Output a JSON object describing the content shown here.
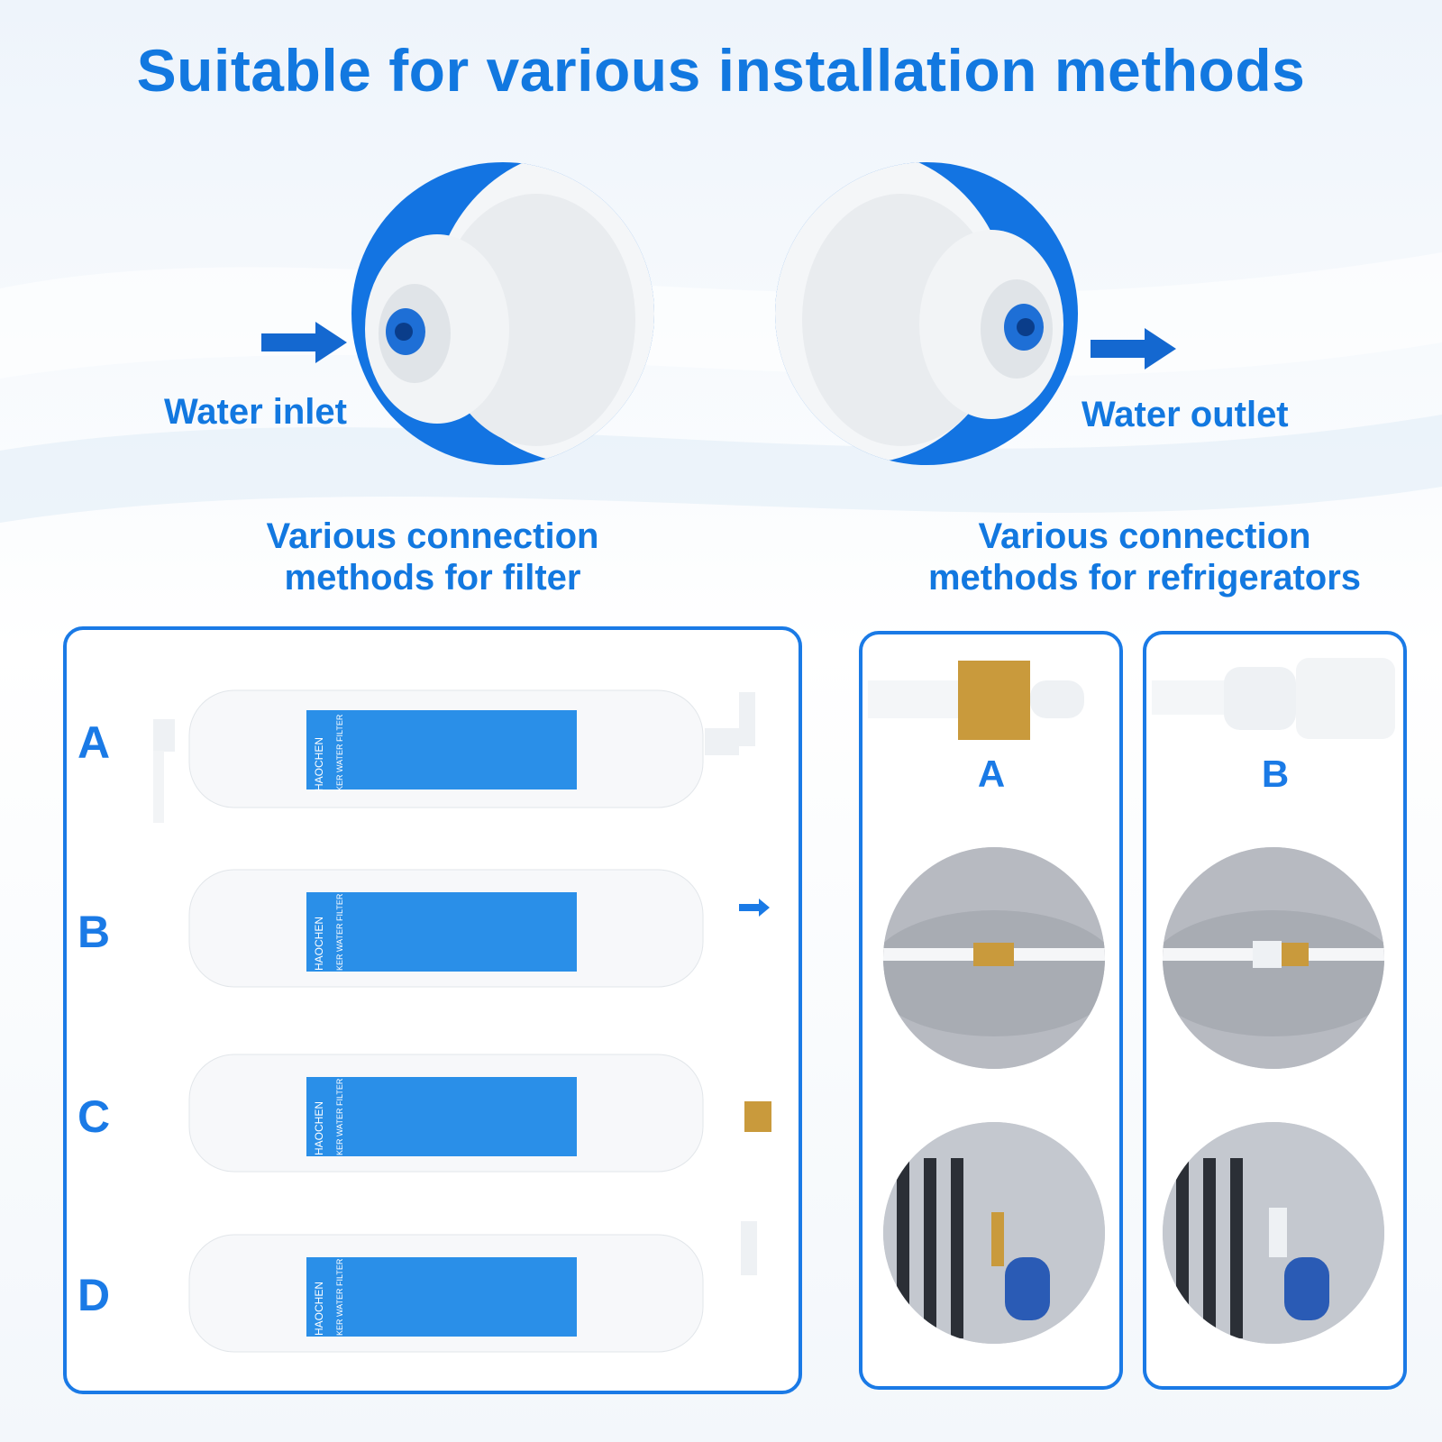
{
  "title": "Suitable for various installation methods",
  "inlet": {
    "label": "Water inlet"
  },
  "outlet": {
    "label": "Water outlet"
  },
  "filter_section": {
    "title_line1": "Various connection",
    "title_line2": "methods for filter"
  },
  "fridge_section": {
    "title_line1": "Various connection",
    "title_line2": "methods for refrigerators"
  },
  "filter_rows": [
    {
      "letter": "A"
    },
    {
      "letter": "B"
    },
    {
      "letter": "C"
    },
    {
      "letter": "D"
    }
  ],
  "fridge_methods": [
    {
      "letter": "A"
    },
    {
      "letter": "B"
    }
  ],
  "product": {
    "brand": "HAOCHEN",
    "label_title": "KER WATER FILTER"
  },
  "colors": {
    "brand_blue": "#1374e2",
    "label_blue": "#2a8fe8",
    "brass": "#c99a3c"
  }
}
